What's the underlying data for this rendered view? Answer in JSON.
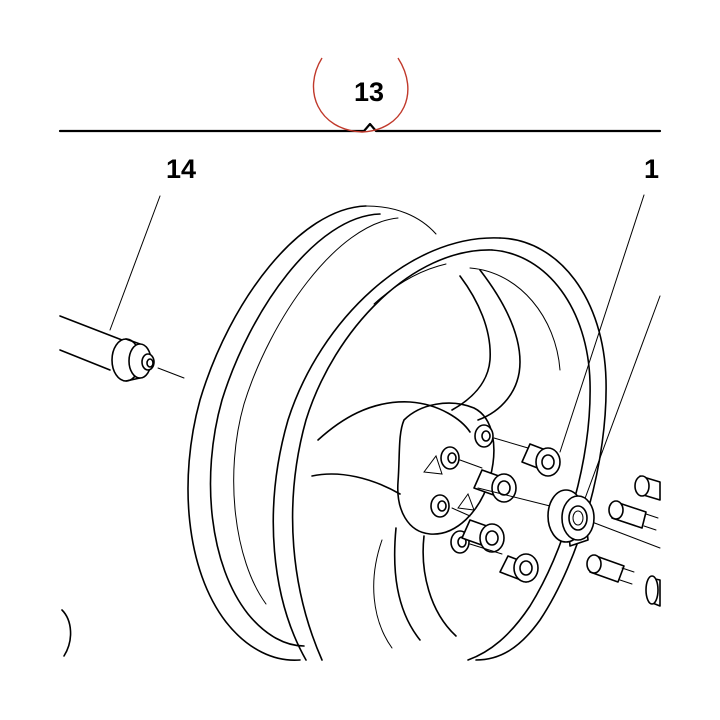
{
  "callouts": {
    "section": "13",
    "axle_spacer": "14",
    "right_partial": "1"
  },
  "colors": {
    "ink": "#000000",
    "section_marker": "#c0392b",
    "background": "#ffffff"
  }
}
